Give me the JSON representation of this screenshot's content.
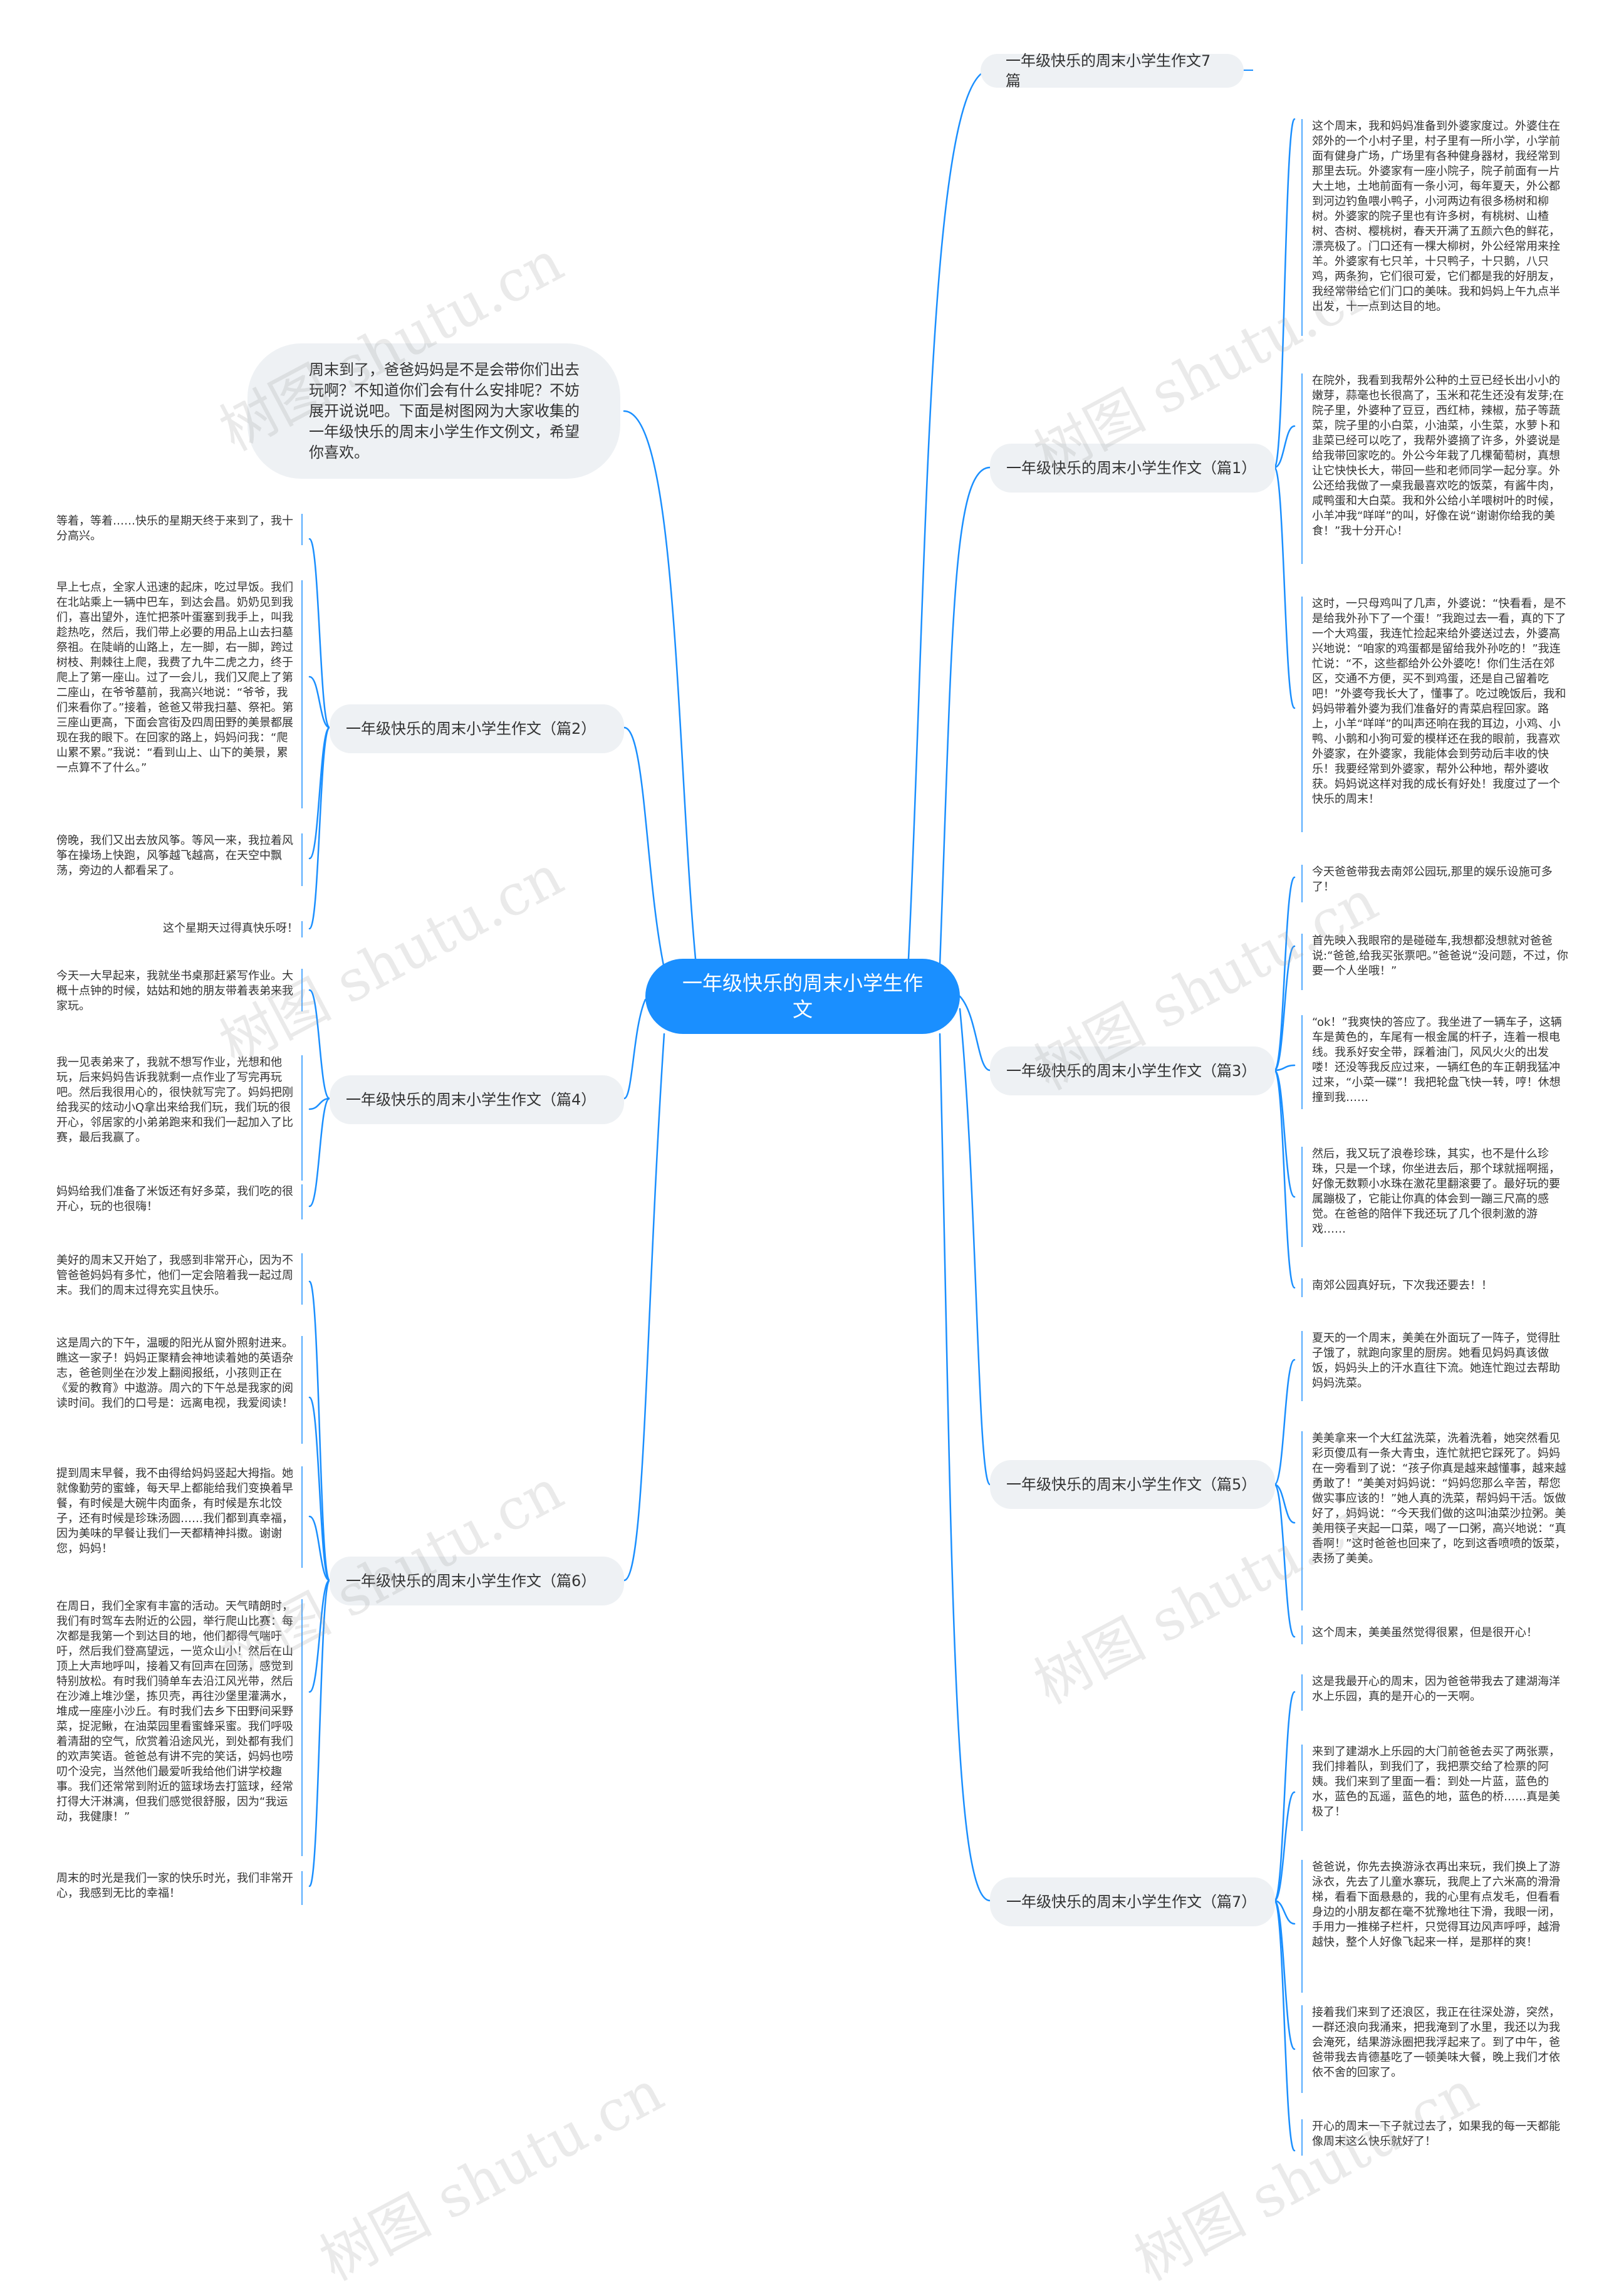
{
  "root": {
    "title": "一年级快乐的周末小学生作文"
  },
  "intro": "周末到了，爸爸妈妈是不是会带你们出去玩啊？不知道你们会有什么安排呢？不妨展开说说吧。下面是树图网为大家收集的一年级快乐的周末小学生作文例文，希望你喜欢。",
  "title_node": "一年级快乐的周末小学生作文7篇",
  "branches": [
    "一年级快乐的周末小学生作文（篇1）",
    "一年级快乐的周末小学生作文（篇2）",
    "一年级快乐的周末小学生作文（篇3）",
    "一年级快乐的周末小学生作文（篇4）",
    "一年级快乐的周末小学生作文（篇5）",
    "一年级快乐的周末小学生作文（篇6）",
    "一年级快乐的周末小学生作文（篇7）"
  ],
  "leaves": {
    "p1": [
      "这个周末，我和妈妈准备到外婆家度过。外婆住在郊外的一个小村子里，村子里有一所小学，小学前面有健身广场，广场里有各种健身器材，我经常到那里去玩。外婆家有一座小院子，院子前面有一片大土地，土地前面有一条小河，每年夏天，外公都到河边钓鱼喂小鸭子，小河两边有很多杨树和柳树。外婆家的院子里也有许多树，有桃树、山楂树、杏树、樱桃树，春天开满了五颜六色的鲜花，漂亮极了。门口还有一棵大柳树，外公经常用来拴羊。外婆家有七只羊，十只鸭子，十只鹅，八只鸡，两条狗，它们很可爱，它们都是我的好朋友，我经常带给它们门口的美味。我和妈妈上午九点半出发，十一点到达目的地。",
      "在院外，我看到我帮外公种的土豆已经长出小小的嫩芽，蒜毫也长很高了，玉米和花生还没有发芽;在院子里，外婆种了豆豆，西红柿，辣椒，茄子等蔬菜，院子里的小白菜，小油菜，小生菜，水萝卜和韭菜已经可以吃了，我帮外婆摘了许多，外婆说是给我带回家吃的。外公今年栽了几棵葡萄树，真想让它快快长大，带回一些和老师同学一起分享。外公还给我做了一桌我最喜欢吃的饭菜，有酱牛肉，咸鸭蛋和大白菜。我和外公给小羊喂树叶的时候，小羊冲我“咩咩”的叫，好像在说“谢谢你给我的美食！”我十分开心！",
      "这时，一只母鸡叫了几声，外婆说：“快看看，是不是给我外孙下了一个蛋！”我跑过去一看，真的下了一个大鸡蛋，我连忙捡起来给外婆送过去，外婆高兴地说：“咱家的鸡蛋都是留给我外孙吃的！”我连忙说：“不，这些都给外公外婆吃！你们生活在郊区，交通不方便，买不到鸡蛋，还是自己留着吃吧！”外婆夸我长大了，懂事了。吃过晚饭后，我和妈妈带着外婆为我们准备好的青菜启程回家。路上，小羊“咩咩”的叫声还响在我的耳边，小鸡、小鸭、小鹅和小狗可爱的模样还在我的眼前，我喜欢外婆家，在外婆家，我能体会到劳动后丰收的快乐！我要经常到外婆家，帮外公种地，帮外婆收获。妈妈说这样对我的成长有好处！我度过了一个快乐的周末！"
    ],
    "p2": [
      "等着，等着……快乐的星期天终于来到了，我十分高兴。",
      "早上七点，全家人迅速的起床，吃过早饭。我们在北站乘上一辆中巴车，到达会昌。奶奶见到我们，喜出望外，连忙把茶叶蛋塞到我手上，叫我趁热吃，然后，我们带上必要的用品上山去扫墓祭祖。在陡峭的山路上，左一脚，右一脚，跨过树枝、荆棘往上爬，我费了九牛二虎之力，终于爬上了第一座山。过了一会儿，我们又爬上了第二座山，在爷爷墓前，我高兴地说：“爷爷，我们来看你了。”接着，爸爸又带我扫墓、祭祀。第三座山更高，下面会宫街及四周田野的美景都展现在我的眼下。在回家的路上，妈妈问我：“爬山累不累。”我说：“看到山上、山下的美景，累一点算不了什么。”",
      "傍晚，我们又出去放风筝。等风一来，我拉着风筝在操场上快跑，风筝越飞越高，在天空中飘荡，旁边的人都看呆了。",
      "这个星期天过得真快乐呀！"
    ],
    "p3": [
      "今天爸爸带我去南郊公园玩,那里的娱乐设施可多了！",
      "首先映入我眼帘的是碰碰车,我想都没想就对爸爸说:“爸爸,给我买张票吧。”爸爸说“没问题，不过，你要一个人坐哦！”",
      "“ok！”我爽快的答应了。我坐进了一辆车子，这辆车是黄色的，车尾有一根金属的杆子，连着一根电线。我系好安全带，踩着油门，风风火火的出发喽！还没等我反应过来，一辆红色的车正朝我猛冲过来，“小菜一碟”！我把轮盘飞快一转，哼！休想撞到我……",
      "然后，我又玩了浪卷珍珠，其实，也不是什么珍珠，只是一个球，你坐进去后，那个球就摇啊摇，好像无数颗小水珠在激花里翻滚要了。最好玩的要属蹦极了，它能让你真的体会到一蹦三尺高的感觉。在爸爸的陪伴下我还玩了几个很刺激的游戏……",
      "南郊公园真好玩，下次我还要去！！"
    ],
    "p4": [
      "今天一大早起来，我就坐书桌那赶紧写作业。大概十点钟的时候，姑姑和她的朋友带着表弟来我家玩。",
      "我一见表弟来了，我就不想写作业，光想和他玩，后来妈妈告诉我就剩一点作业了写完再玩吧。然后我很用心的，很快就写完了。妈妈把刚给我买的炫动小Q拿出来给我们玩，我们玩的很开心，邻居家的小弟弟跑来和我们一起加入了比赛，最后我赢了。",
      "妈妈给我们准备了米饭还有好多菜，我们吃的很开心，玩的也很嗨！"
    ],
    "p5": [
      "夏天的一个周末，美美在外面玩了一阵子，觉得肚子饿了，就跑向家里的厨房。她看见妈妈真该做饭，妈妈头上的汗水直往下流。她连忙跑过去帮助妈妈洗菜。",
      "美美拿来一个大红盆洗菜，洗着洗着，她突然看见彩页傻瓜有一条大青虫，连忙就把它踩死了。妈妈在一旁看到了说：“孩子你真是越来越懂事，越来越勇敢了！”美美对妈妈说：“妈妈您那么辛苦，帮您做实事应该的！”她人真的洗菜，帮妈妈干活。饭做好了，妈妈说：“今天我们做的这叫油菜沙拉粥。美美用筷子夹起一口菜，喝了一口粥，高兴地说：“真香啊！”这时爸爸也回来了，吃到这香喷喷的饭菜，表扬了美美。",
      "这个周末，美美虽然觉得很累，但是很开心！"
    ],
    "p6": [
      "美好的周末又开始了，我感到非常开心，因为不管爸爸妈妈有多忙，他们一定会陪着我一起过周末。我们的周末过得充实且快乐。",
      "这是周六的下午，温暖的阳光从窗外照射进来。瞧这一家子！妈妈正聚精会神地读着她的英语杂志，爸爸则坐在沙发上翻阅报纸，小孩则正在《爱的教育》中遨游。周六的下午总是我家的阅读时间。我们的口号是：远离电视，我爱阅读！",
      "提到周末早餐，我不由得给妈妈竖起大拇指。她就像勤劳的蜜蜂，每天早上都能给我们变换着早餐，有时候是大碗牛肉面条，有时候是东北饺子，还有时候是珍珠汤圆……我们都到真幸福，因为美味的早餐让我们一天都精神抖擞。谢谢您，妈妈！",
      "在周日，我们全家有丰富的活动。天气晴朗时，我们有时驾车去附近的公园，举行爬山比赛：每次都是我第一个到达目的地，他们都得气喘吁吁，然后我们登高望远，一览众山小！然后在山顶上大声地呼叫，接着又有回声在回荡，感觉到特别放松。有时我们骑单车去沿江风光带，然后在沙滩上堆沙堡，拣贝壳，再往沙堡里灌满水，堆成一座座小沙丘。有时我们去乡下田野间采野菜，捉泥鳅，在油菜园里看蜜蜂采蜜。我们呼吸着清甜的空气，欣赏着沿途风光，到处都有我们的欢声笑语。爸爸总有讲不完的笑话，妈妈也唠叨个没完，当然他们最爱听我给他们讲学校趣事。我们还常常到附近的篮球场去打篮球，经常打得大汗淋漓，但我们感觉很舒服，因为“我运动，我健康！”",
      "周末的时光是我们一家的快乐时光，我们非常开心，我感到无比的幸福！"
    ],
    "p7": [
      "这是我最开心的周末，因为爸爸带我去了建湖海洋水上乐园，真的是开心的一天啊。",
      "来到了建湖水上乐园的大门前爸爸去买了两张票，我们排着队，到我们了，我把票交给了检票的阿姨。我们来到了里面一看：到处一片蓝，蓝色的水，蓝色的瓦遥，蓝色的地，蓝色的桥……真是美极了！",
      "爸爸说，你先去换游泳衣再出来玩，我们换上了游泳衣，先去了儿童水寨玩，我爬上了六米高的滑滑梯，看看下面悬悬的，我的心里有点发毛，但看看身边的小朋友都在毫不犹豫地往下滑，我眼一闭，手用力一推梯子栏杆，只觉得耳边风声呼呼，越滑越快，整个人好像飞起来一样，是那样的爽！",
      "接着我们来到了还浪区，我正在往深处游，突然，一群还浪向我涌来，把我淹到了水里，我还以为我会淹死，结果游泳圈把我浮起来了。到了中午，爸爸带我去肯德基吃了一顿美味大餐，晚上我们才依依不舍的回家了。",
      "开心的周末一下子就过去了，如果我的每一天都能像周末这么快乐就好了！"
    ]
  },
  "watermark": "树图 shutu.cn"
}
